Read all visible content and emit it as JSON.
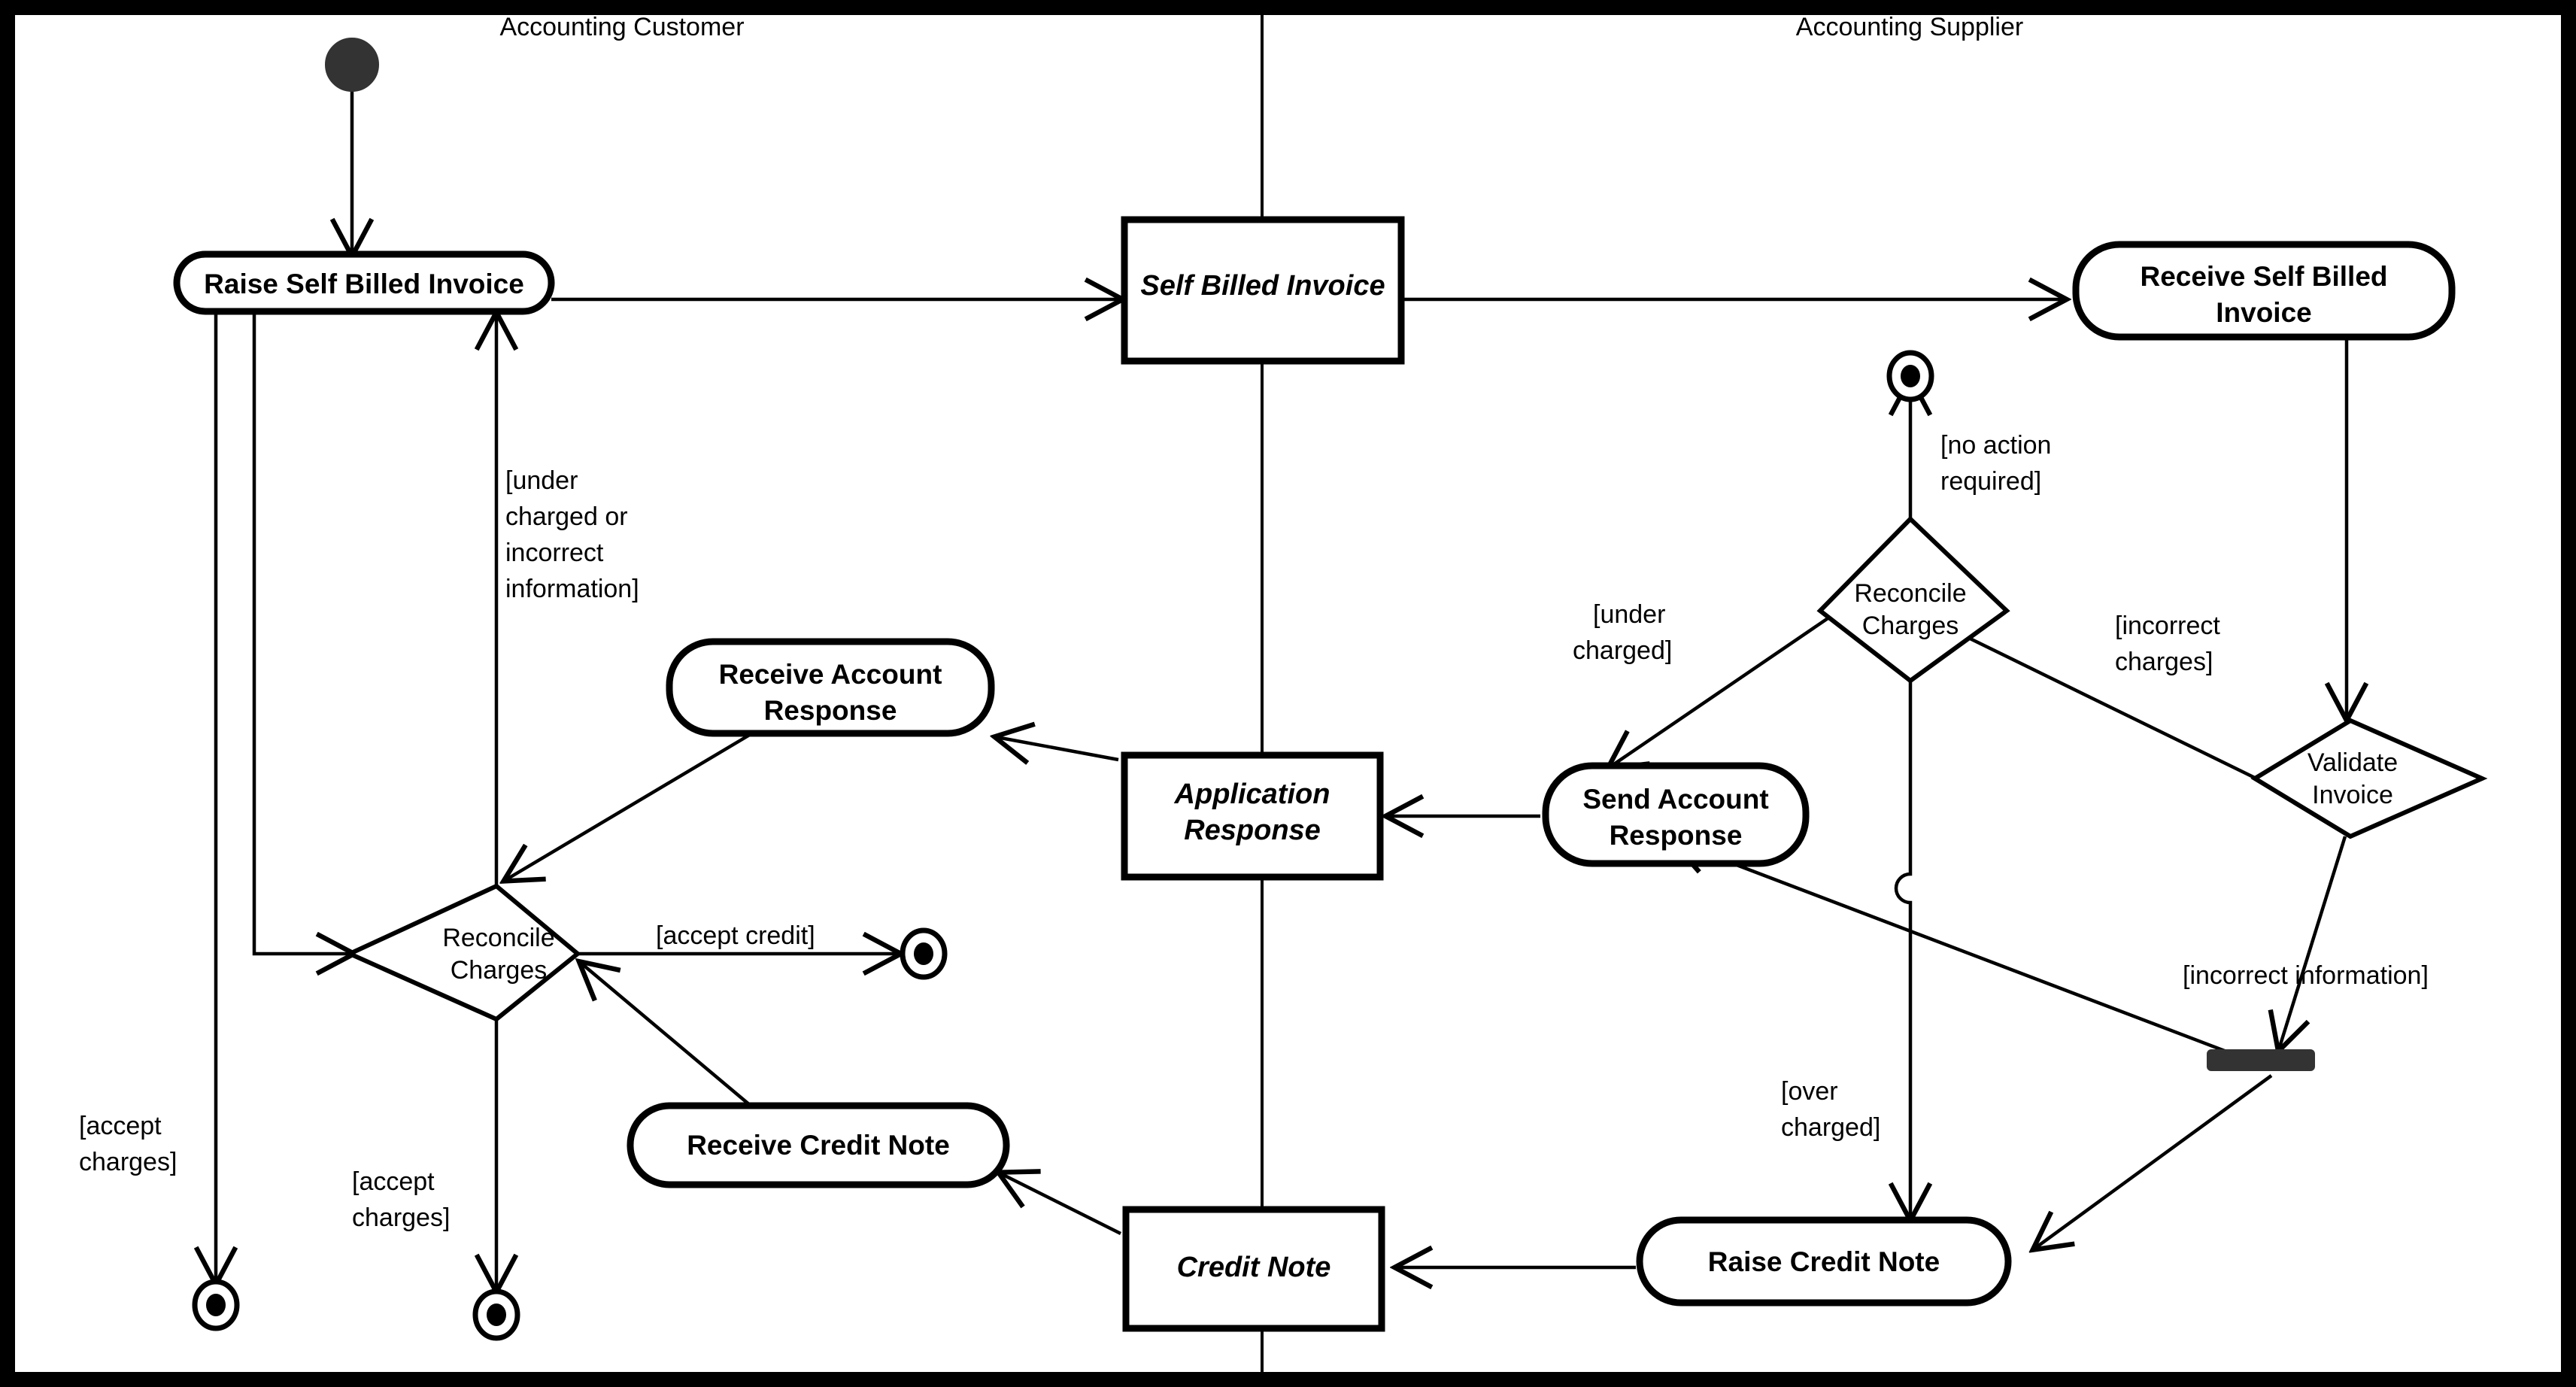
{
  "diagram": {
    "type": "uml-activity-diagram",
    "lanes": [
      {
        "id": "customer",
        "title": "Accounting Customer"
      },
      {
        "id": "supplier",
        "title": "Accounting Supplier"
      }
    ],
    "nodes": [
      {
        "id": "start",
        "kind": "initial-node",
        "lane": "customer",
        "label": ""
      },
      {
        "id": "raise-sbi",
        "kind": "activity",
        "lane": "customer",
        "label": "Raise Self Billed Invoice"
      },
      {
        "id": "sbi-object",
        "kind": "object",
        "lane": "boundary",
        "label": "Self Billed Invoice"
      },
      {
        "id": "receive-sbi",
        "kind": "activity",
        "lane": "supplier",
        "label": "Receive Self Billed Invoice"
      },
      {
        "id": "validate-invoice",
        "kind": "decision",
        "lane": "supplier",
        "label": "Validate Invoice"
      },
      {
        "id": "reconcile-sup",
        "kind": "decision",
        "lane": "supplier",
        "label": "Reconcile Charges"
      },
      {
        "id": "end-no-action",
        "kind": "final-node",
        "lane": "supplier",
        "label": ""
      },
      {
        "id": "send-acct-resp",
        "kind": "activity",
        "lane": "supplier",
        "label": "Send Account Response"
      },
      {
        "id": "sync-bar",
        "kind": "synchronization-bar",
        "lane": "supplier",
        "label": ""
      },
      {
        "id": "raise-credit",
        "kind": "activity",
        "lane": "supplier",
        "label": "Raise Credit Note"
      },
      {
        "id": "app-resp-object",
        "kind": "object",
        "lane": "boundary",
        "label": "Application Response"
      },
      {
        "id": "credit-object",
        "kind": "object",
        "lane": "boundary",
        "label": "Credit Note"
      },
      {
        "id": "receive-acct-resp",
        "kind": "activity",
        "lane": "customer",
        "label": "Receive Account Response"
      },
      {
        "id": "receive-credit",
        "kind": "activity",
        "lane": "customer",
        "label": "Receive Credit Note"
      },
      {
        "id": "reconcile-cust",
        "kind": "decision",
        "lane": "customer",
        "label": "Reconcile Charges"
      },
      {
        "id": "end-accept-1",
        "kind": "final-node",
        "lane": "customer",
        "label": ""
      },
      {
        "id": "end-accept-2",
        "kind": "final-node",
        "lane": "customer",
        "label": ""
      },
      {
        "id": "end-accept-credit",
        "kind": "final-node",
        "lane": "customer",
        "label": ""
      }
    ],
    "guards": [
      {
        "id": "g-under-or-incorrect",
        "text": "[under charged or incorrect information]",
        "lines": [
          "[under",
          "charged or",
          "incorrect",
          "information]"
        ]
      },
      {
        "id": "g-accept-charges-1",
        "text": "[accept charges]",
        "lines": [
          "[accept",
          "charges]"
        ]
      },
      {
        "id": "g-accept-charges-2",
        "text": "[accept charges]",
        "lines": [
          "[accept",
          "charges]"
        ]
      },
      {
        "id": "g-accept-credit",
        "text": "[accept credit]",
        "lines": [
          "[accept credit]"
        ]
      },
      {
        "id": "g-no-action",
        "text": "[no action required]",
        "lines": [
          "[no action",
          "required]"
        ]
      },
      {
        "id": "g-under-charged",
        "text": "[under charged]",
        "lines": [
          "[under",
          "charged]"
        ]
      },
      {
        "id": "g-incorrect-charges",
        "text": "[incorrect charges]",
        "lines": [
          "[incorrect",
          "charges]"
        ]
      },
      {
        "id": "g-over-charged",
        "text": "[over charged]",
        "lines": [
          "[over",
          "charged]"
        ]
      },
      {
        "id": "g-incorrect-info",
        "text": "[incorrect information]",
        "lines": [
          "[incorrect information]"
        ]
      }
    ],
    "labels": {
      "lane_customer": "Accounting Customer",
      "lane_supplier": "Accounting Supplier",
      "raise_self_billed_invoice": "Raise Self Billed Invoice",
      "self_billed_invoice": "Self Billed Invoice",
      "receive_self_billed_invoice_l1": "Receive Self Billed",
      "receive_self_billed_invoice_l2": "Invoice",
      "validate_invoice_l1": "Validate",
      "validate_invoice_l2": "Invoice",
      "reconcile_l1": "Reconcile",
      "reconcile_l2": "Charges",
      "send_account_response_l1": "Send Account",
      "send_account_response_l2": "Response",
      "raise_credit_note": "Raise Credit Note",
      "application_response_l1": "Application",
      "application_response_l2": "Response",
      "credit_note": "Credit Note",
      "receive_account_response_l1": "Receive Account",
      "receive_account_response_l2": "Response",
      "receive_credit_note": "Receive Credit Note",
      "guard_under_l1": "[under",
      "guard_under_l2": "charged or",
      "guard_under_l3": "incorrect",
      "guard_under_l4": "information]",
      "guard_accept_l1": "[accept",
      "guard_accept_l2": "charges]",
      "guard_accept_b1": "[accept",
      "guard_accept_b2": "charges]",
      "guard_accept_credit": "[accept credit]",
      "guard_no_action_l1": "[no action",
      "guard_no_action_l2": "required]",
      "guard_under_charged_l1": "[under",
      "guard_under_charged_l2": "charged]",
      "guard_incorrect_charges_l1": "[incorrect",
      "guard_incorrect_charges_l2": "charges]",
      "guard_over_charged_l1": "[over",
      "guard_over_charged_l2": "charged]",
      "guard_incorrect_info": "[incorrect information]"
    },
    "colors": {
      "stroke": "#000000",
      "fill": "#ffffff",
      "bar": "#333333"
    }
  }
}
